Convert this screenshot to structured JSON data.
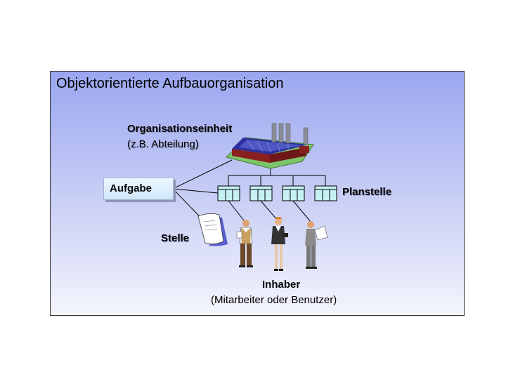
{
  "title": "Objektorientierte Aufbauorganisation",
  "organisationseinheit": {
    "label": "Organisationseinheit",
    "sublabel": "(z.B. Abteilung)"
  },
  "aufgabe": {
    "label": "Aufgabe"
  },
  "planstelle": {
    "label": "Planstelle"
  },
  "stelle": {
    "label": "Stelle"
  },
  "inhaber": {
    "label": "Inhaber",
    "sublabel": "(Mitarbeiter oder Benutzer)"
  },
  "icons": [
    "factory-icon",
    "planstelle-box-icon",
    "document-icon",
    "person-icon"
  ],
  "colors": {
    "panel_top": "#9aa6f0",
    "panel_bottom": "#f4f5fc",
    "planstelle_fill": "#c6f0f2",
    "factory_roof": "#2d2f9e",
    "factory_wall": "#8a1f1f"
  }
}
